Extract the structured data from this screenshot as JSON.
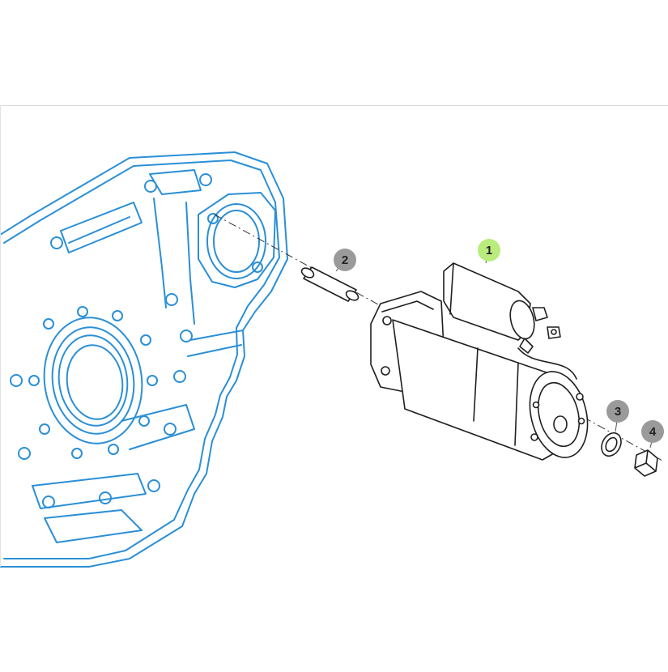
{
  "diagram": {
    "callouts": [
      {
        "label": "1",
        "part": "starter-motor",
        "highlighted": true
      },
      {
        "label": "2",
        "part": "dowel-pin",
        "highlighted": false
      },
      {
        "label": "3",
        "part": "washer",
        "highlighted": false
      },
      {
        "label": "4",
        "part": "nut",
        "highlighted": false
      }
    ]
  },
  "colors": {
    "housing_outline": "#2a8fd6",
    "part_outline": "#1f1f1f",
    "callout_fill": "#9a9a9a",
    "callout_highlight_fill": "#b9ec7c",
    "callout_text": "#222222",
    "background": "#ffffff"
  }
}
